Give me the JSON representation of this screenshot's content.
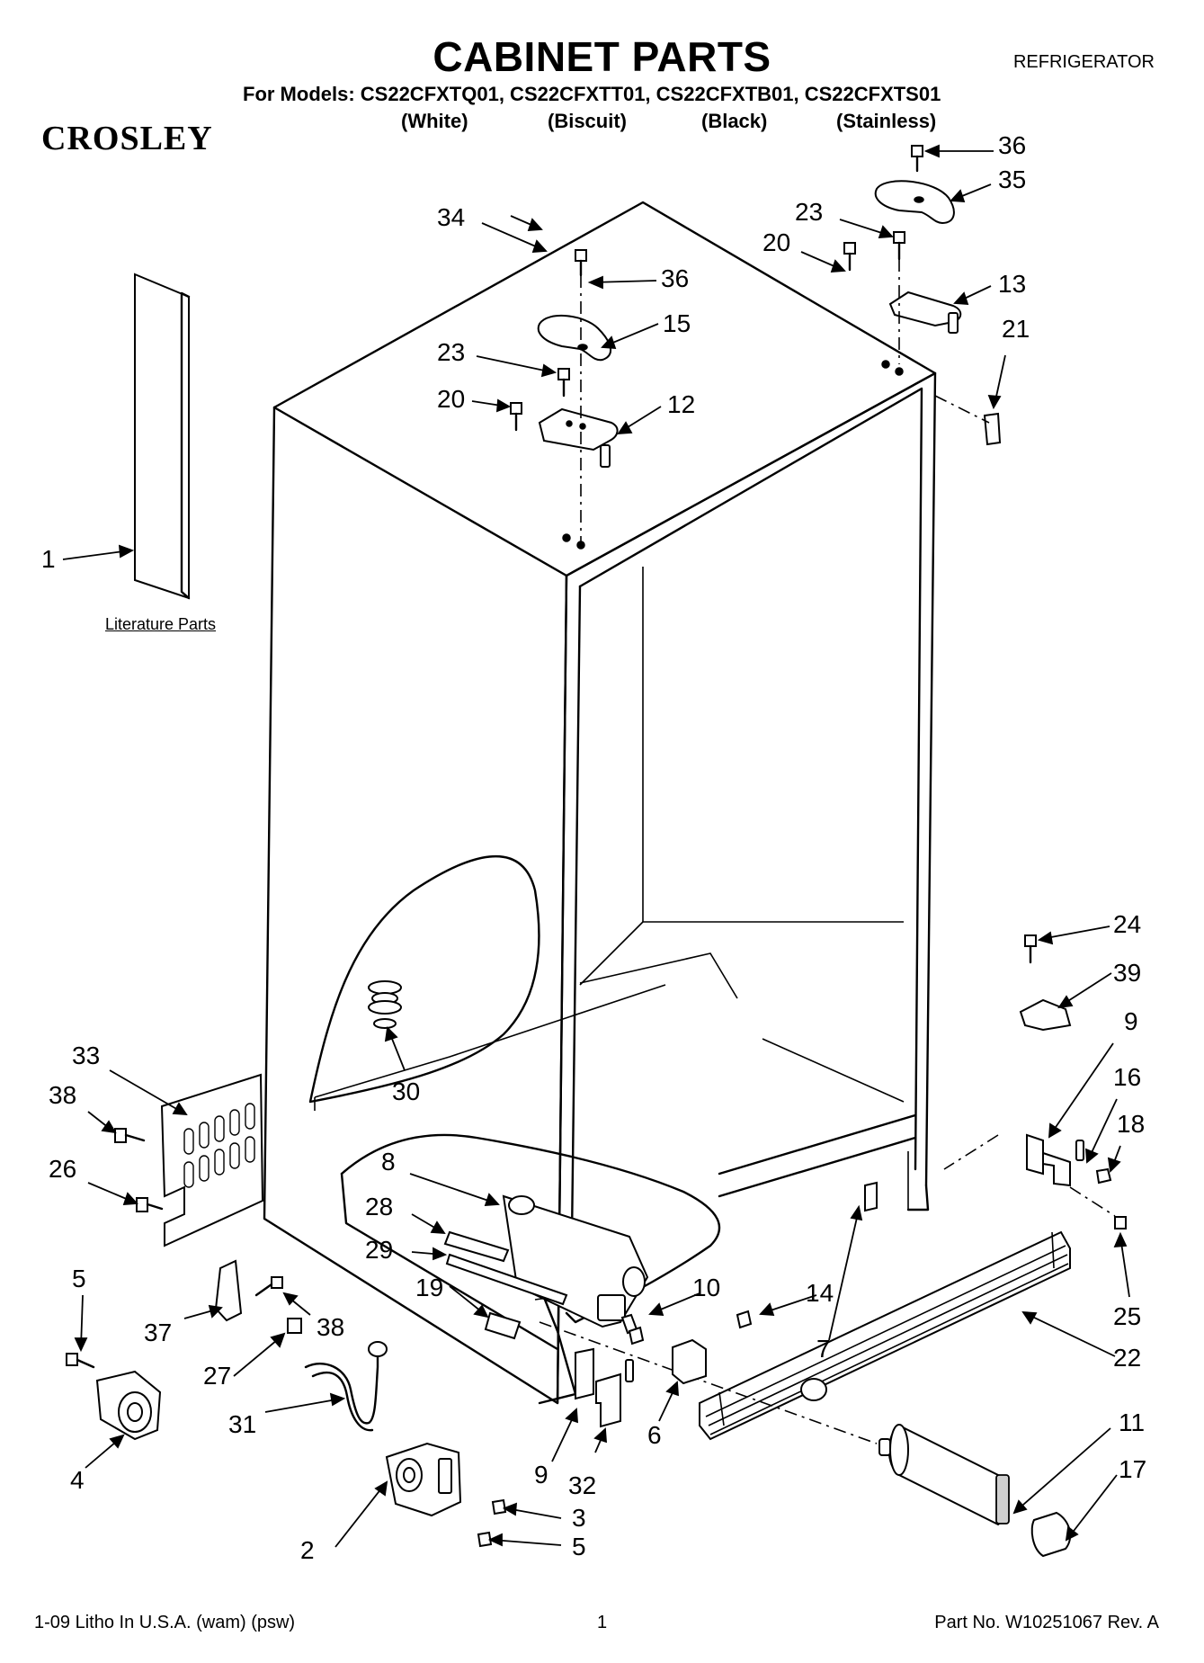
{
  "header": {
    "title": "CABINET PARTS",
    "category": "REFRIGERATOR",
    "models_line": "For Models: CS22CFXTQ01, CS22CFXTT01, CS22CFXTB01, CS22CFXTS01",
    "variants": [
      "(White)",
      "(Biscuit)",
      "(Black)",
      "(Stainless)"
    ],
    "brand_logo": "CROSLEY"
  },
  "diagram": {
    "literature_label": "Literature Parts",
    "callouts": [
      "36",
      "35",
      "23",
      "20",
      "13",
      "21",
      "34",
      "36",
      "15",
      "23",
      "20",
      "12",
      "1",
      "24",
      "39",
      "9",
      "16",
      "18",
      "33",
      "38",
      "26",
      "30",
      "8",
      "28",
      "29",
      "19",
      "10",
      "14",
      "7",
      "25",
      "22",
      "5",
      "37",
      "38",
      "27",
      "31",
      "4",
      "9",
      "32",
      "6",
      "11",
      "17",
      "2",
      "3",
      "5"
    ]
  },
  "footer": {
    "left": "1-09 Litho In U.S.A. (wam) (psw)",
    "center": "1",
    "right": "Part No. W10251067 Rev. A"
  }
}
